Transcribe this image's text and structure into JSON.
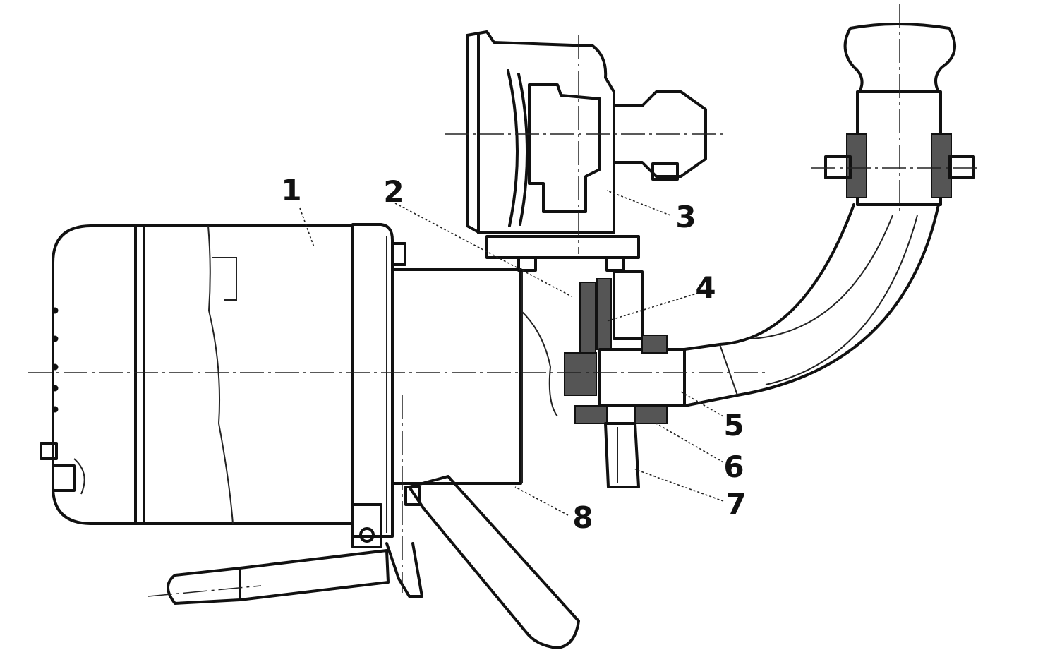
{
  "labels": [
    {
      "id": "part-1",
      "text": "1"
    },
    {
      "id": "part-2",
      "text": "2"
    },
    {
      "id": "part-3",
      "text": "3"
    },
    {
      "id": "part-4",
      "text": "4"
    },
    {
      "id": "part-5",
      "text": "5"
    },
    {
      "id": "part-6",
      "text": "6"
    },
    {
      "id": "part-7",
      "text": "7"
    },
    {
      "id": "part-8",
      "text": "8"
    }
  ]
}
